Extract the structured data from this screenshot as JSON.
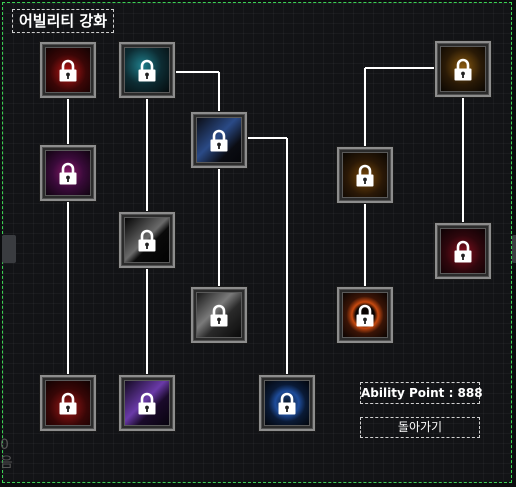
{
  "title": "어빌리티 강화",
  "ability_point": "Ability Point : 888",
  "back_label": "돌아가기",
  "corner_hint": [
    "0",
    "음"
  ],
  "nodes": [
    {
      "id": "n1",
      "state": "locked",
      "accent": "#b11c1c"
    },
    {
      "id": "n2",
      "state": "locked",
      "accent": "#2aa7b5"
    },
    {
      "id": "n3",
      "state": "locked",
      "accent": "#4a6ea8"
    },
    {
      "id": "n4",
      "state": "locked",
      "accent": "#c23a8a"
    },
    {
      "id": "n5",
      "state": "locked",
      "accent": "#a8a8a8"
    },
    {
      "id": "n6",
      "state": "locked",
      "accent": "#9a9a9a"
    },
    {
      "id": "n7",
      "state": "locked",
      "accent": "#b11c1c"
    },
    {
      "id": "n8",
      "state": "locked",
      "accent": "#8a4ac8"
    },
    {
      "id": "n9",
      "state": "locked",
      "accent": "#2a66c8"
    },
    {
      "id": "n10",
      "state": "locked",
      "accent": "#d68a1a"
    },
    {
      "id": "n11",
      "state": "locked",
      "accent": "#d68a1a"
    },
    {
      "id": "n12",
      "state": "locked",
      "accent": "#c83a1a"
    },
    {
      "id": "n13",
      "state": "locked",
      "accent": "#b81a2a"
    }
  ]
}
